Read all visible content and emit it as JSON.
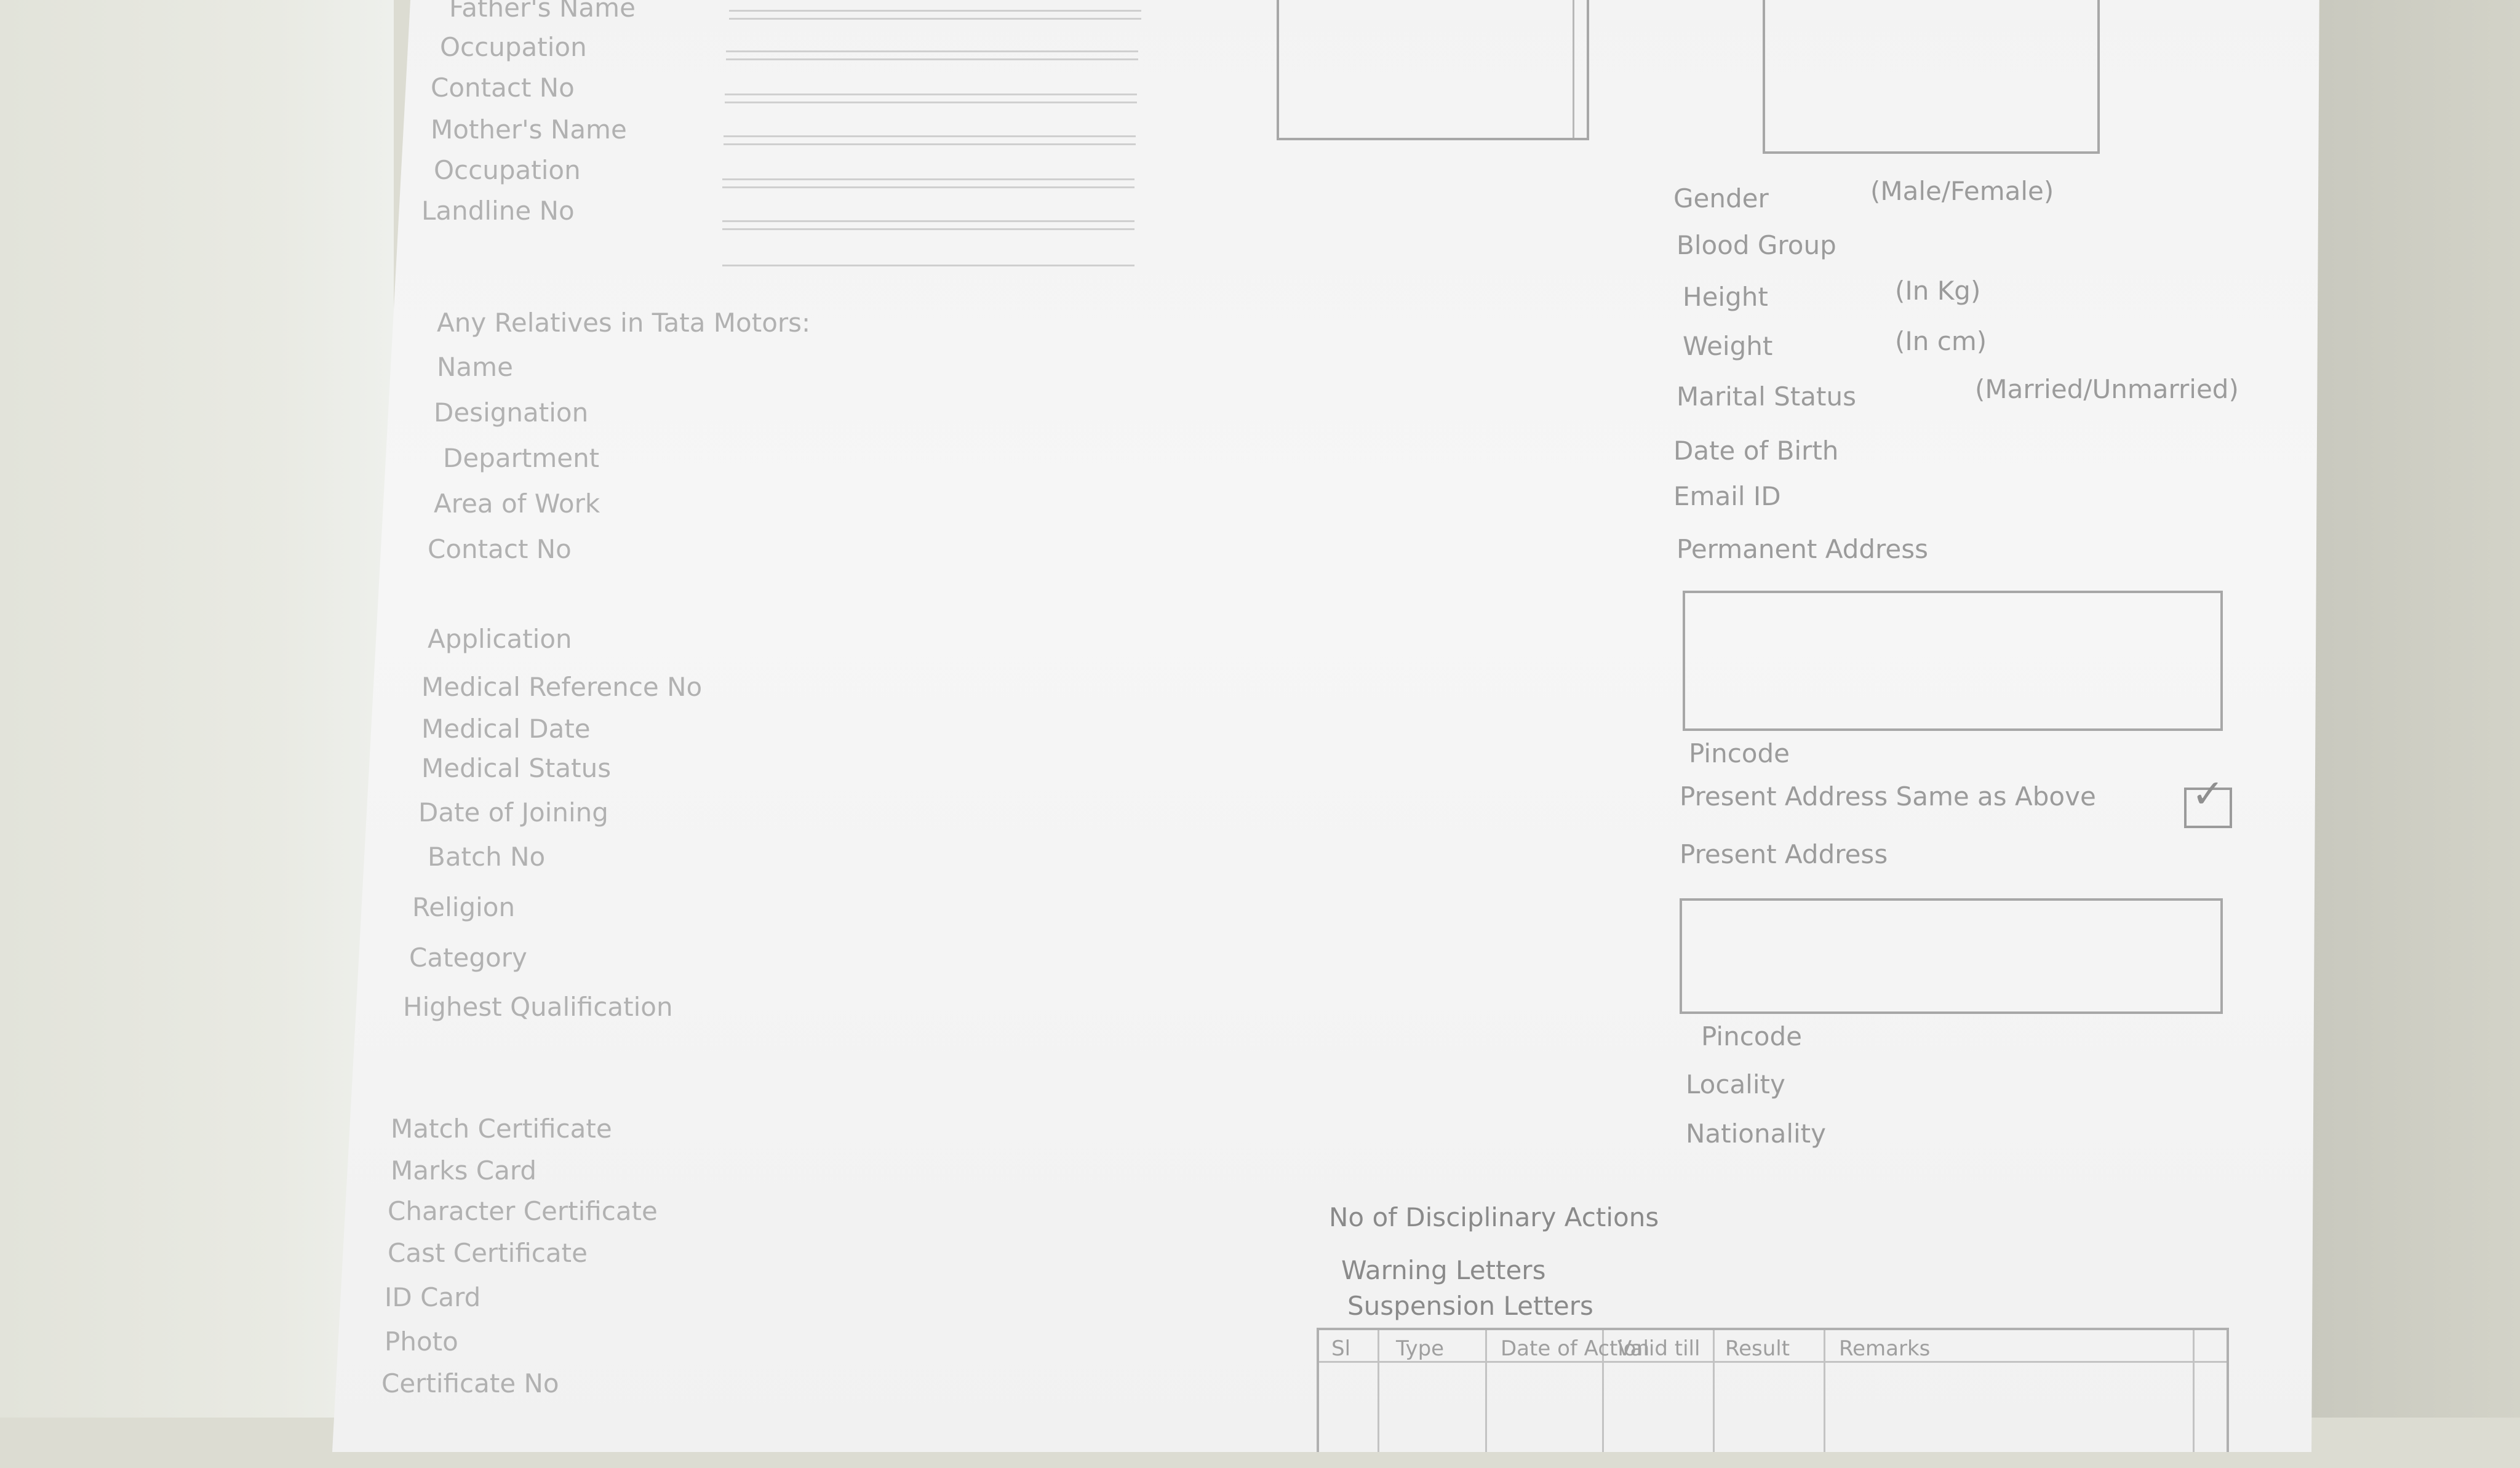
{
  "top_left_lines": [
    {
      "label": "Father's Name"
    },
    {
      "label": "Occupation"
    },
    {
      "label": "Contact No"
    },
    {
      "label": "Mother's Name"
    },
    {
      "label": "Occupation"
    },
    {
      "label": "Landline No"
    }
  ],
  "relatives": {
    "heading": "Any Relatives in Tata Motors:",
    "fields": [
      "Name",
      "Designation",
      "Department",
      "Area of Work",
      "Contact No"
    ]
  },
  "app_fields": [
    "Application",
    "Medical Reference No",
    "Medical Date",
    "Medical Status",
    "Date of Joining",
    "Batch No",
    "Religion",
    "Category",
    "Highest Qualification"
  ],
  "docs": [
    "Match Certificate",
    "Marks Card",
    "Character Certificate",
    "Cast Certificate",
    "ID Card",
    "Photo",
    "Certificate No"
  ],
  "right_fields": [
    {
      "label": "Gender",
      "hint": "(Male/Female)"
    },
    {
      "label": "Blood Group",
      "hint": ""
    },
    {
      "label": "Height",
      "hint": "(In Kg)"
    },
    {
      "label": "Weight",
      "hint": "(In cm)"
    },
    {
      "label": "Marital Status",
      "hint": "(Married/Unmarried)"
    },
    {
      "label": "Date of Birth",
      "hint": ""
    },
    {
      "label": "Email ID",
      "hint": ""
    }
  ],
  "address": {
    "permanent": "Permanent Address",
    "pincode1": "Pincode",
    "same_as_above": "Present Address Same as Above",
    "present": "Present Address",
    "pincode2": "Pincode",
    "locality": "Locality",
    "nationality": "Nationality"
  },
  "disciplinary": {
    "heading": "No of Disciplinary Actions",
    "warning": "Warning Letters",
    "suspension": "Suspension Letters",
    "table_headers": [
      "Sl",
      "Type",
      "Date of Action",
      "Valid till",
      "Result",
      "Remarks"
    ]
  }
}
